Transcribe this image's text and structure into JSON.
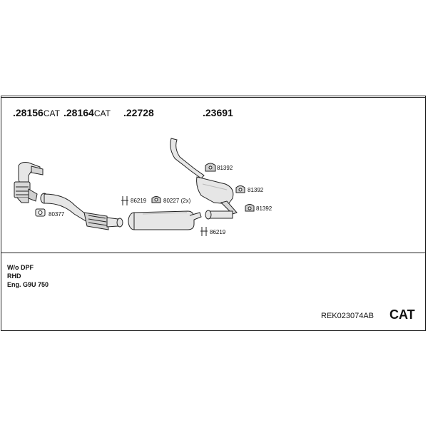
{
  "parts": [
    {
      "number": ".28156",
      "suffix": "CAT"
    },
    {
      "number": ".28164",
      "suffix": "CAT"
    },
    {
      "number": ".22728",
      "suffix": ""
    },
    {
      "number": ".23691",
      "suffix": ""
    }
  ],
  "labels": {
    "gasket": "80377",
    "clamp_left": "86219",
    "hanger_mid": "80227 (2x)",
    "hanger_top": "81392",
    "hanger_mid_right": "81392",
    "hanger_low_right": "81392",
    "clamp_bottom": "86219"
  },
  "notes": [
    "W/o DPF",
    "RHD",
    "Eng. G9U 750"
  ],
  "kit": {
    "code": "REK023074AB",
    "type": "CAT"
  },
  "colors": {
    "line": "#222222",
    "part_fill": "#e6e6e6",
    "part_shade": "#bdbdbd"
  }
}
